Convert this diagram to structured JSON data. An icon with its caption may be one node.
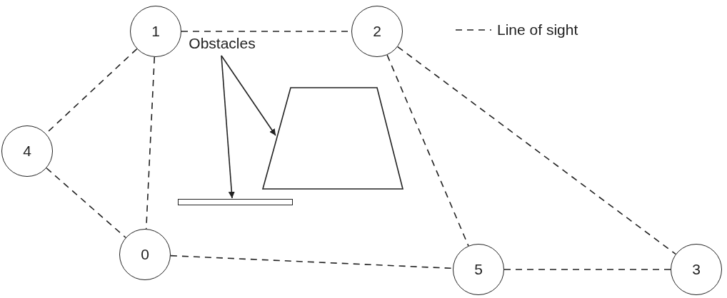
{
  "diagram": {
    "nodes": [
      {
        "text": [
          "1"
        ]
      },
      {
        "text": [
          "2"
        ]
      },
      {
        "text": [
          "4"
        ]
      },
      {
        "text": [
          "0"
        ]
      },
      {
        "text": [
          "5"
        ]
      },
      {
        "text": [
          "3"
        ]
      },
      {
        "text": [
          "Obstacles"
        ]
      },
      {
        "text": [],
        "shape": "trapezoid"
      },
      {
        "text": [],
        "shape": "bar"
      }
    ],
    "edges": [
      {
        "from": 0,
        "to": 1,
        "arrow": "none",
        "style": "dashed"
      },
      {
        "from": 0,
        "to": 2,
        "arrow": "none",
        "style": "dashed"
      },
      {
        "from": 0,
        "to": 3,
        "arrow": "none",
        "style": "dashed"
      },
      {
        "from": 1,
        "to": 4,
        "arrow": "none",
        "style": "dashed"
      },
      {
        "from": 1,
        "to": 5,
        "arrow": "none",
        "style": "dashed"
      },
      {
        "from": 2,
        "to": 3,
        "arrow": "none",
        "style": "dashed"
      },
      {
        "from": 3,
        "to": 4,
        "arrow": "none",
        "style": "dashed"
      },
      {
        "from": 4,
        "to": 5,
        "arrow": "none",
        "style": "dashed"
      },
      {
        "from": 6,
        "to": 7,
        "arrow": "to"
      },
      {
        "from": 6,
        "to": 8,
        "arrow": "to"
      }
    ],
    "legend": [
      {
        "text": "Line of sight"
      }
    ]
  }
}
